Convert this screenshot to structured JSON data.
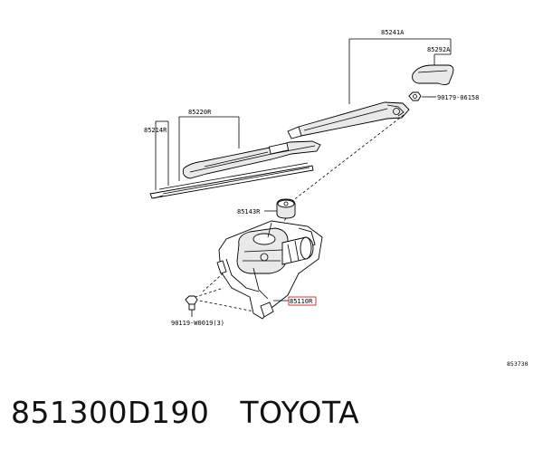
{
  "labels": {
    "arm_assy": "85241A",
    "cap": "85292A",
    "nut": "90179-06158",
    "blade": "85220R",
    "refill": "85214R",
    "bushing": "85143R",
    "motor": "85110R",
    "bolt": "90119-W0019(3)",
    "drawing_no": "853730"
  },
  "footer": {
    "part_number": "851300D190",
    "brand": "TOYOTA"
  },
  "colors": {
    "highlight": "#d23a3a"
  }
}
